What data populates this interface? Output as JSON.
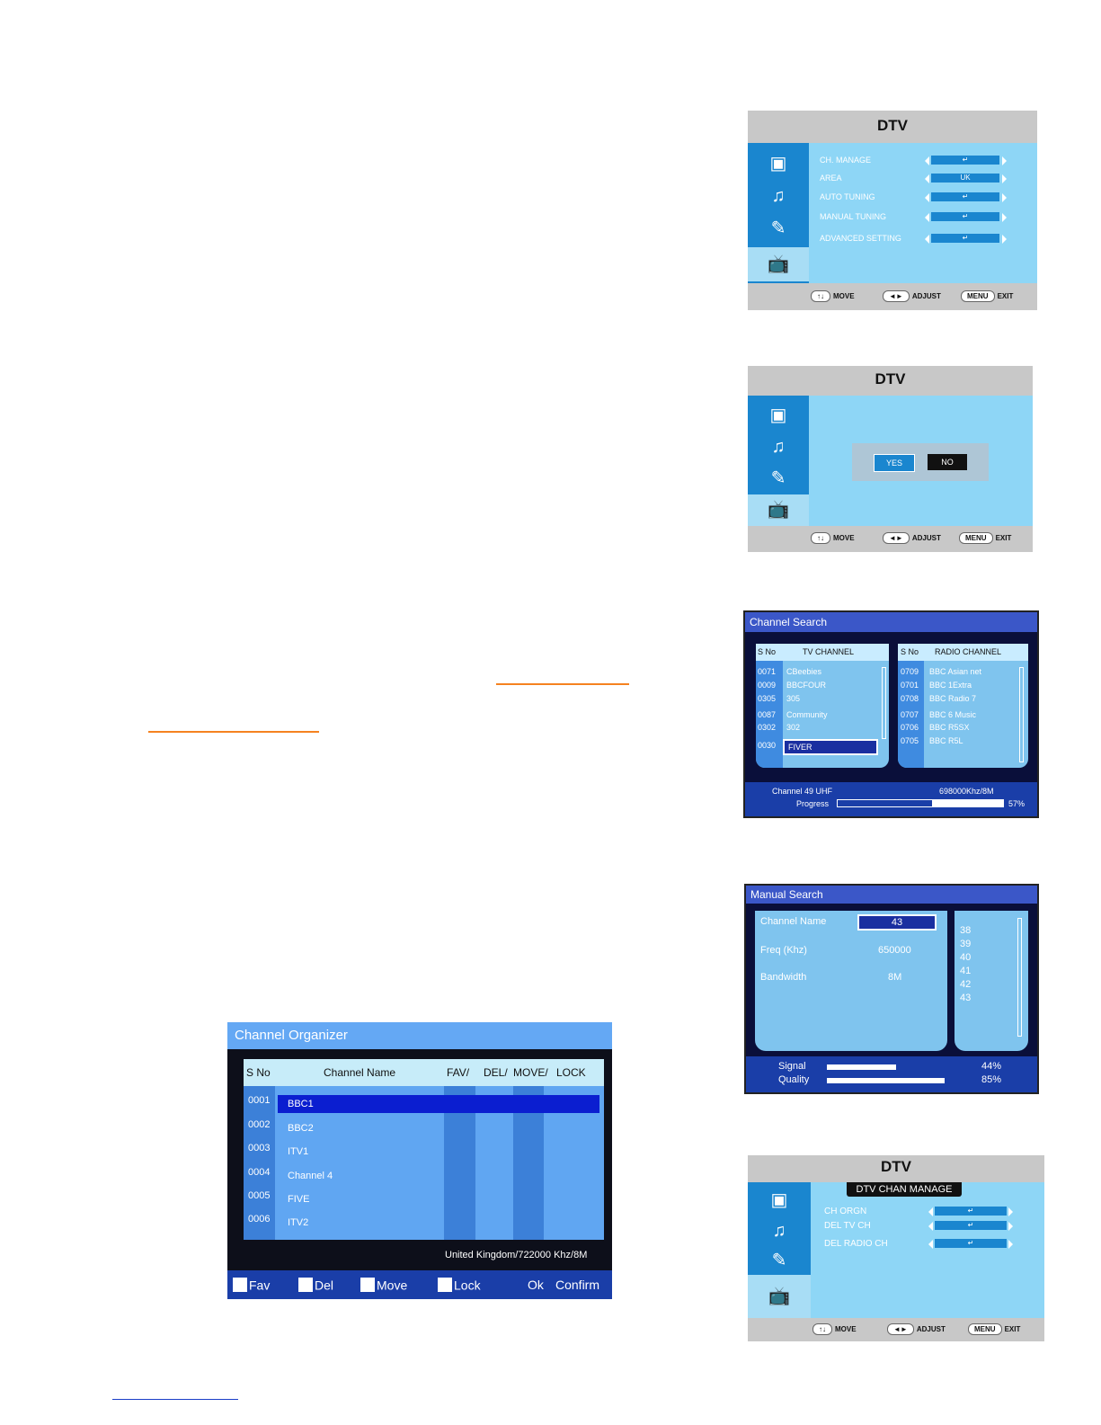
{
  "menu1": {
    "title": "DTV",
    "items": [
      {
        "label": "CH. MANAGE",
        "value": "↵"
      },
      {
        "label": "AREA",
        "value": "UK"
      },
      {
        "label": "AUTO TUNING",
        "value": "↵"
      },
      {
        "label": "MANUAL TUNING",
        "value": "↵"
      },
      {
        "label": "ADVANCED SETTING",
        "value": "↵"
      }
    ]
  },
  "menu2": {
    "title": "DTV",
    "yes": "YES",
    "no": "NO"
  },
  "footer": {
    "move_key": "↑↓",
    "move": "MOVE",
    "adjust_key": "◄►",
    "adjust": "ADJUST",
    "menu_key": "MENU",
    "exit": "EXIT"
  },
  "channel_search": {
    "title": "Channel Search",
    "tv": {
      "sno_header": "S No",
      "header": "TV CHANNEL",
      "rows": [
        {
          "no": "0071",
          "name": "CBeebies"
        },
        {
          "no": "0009",
          "name": "BBCFOUR"
        },
        {
          "no": "0305",
          "name": "305"
        },
        {
          "no": "0087",
          "name": "Community"
        },
        {
          "no": "0302",
          "name": "302"
        },
        {
          "no": "0030",
          "name": "FIVER"
        }
      ]
    },
    "radio": {
      "sno_header": "S No",
      "header": "RADIO CHANNEL",
      "rows": [
        {
          "no": "0709",
          "name": "BBC Asian net"
        },
        {
          "no": "0701",
          "name": "BBC 1Extra"
        },
        {
          "no": "0708",
          "name": "BBC Radio 7"
        },
        {
          "no": "0707",
          "name": "BBC 6 Music"
        },
        {
          "no": "0706",
          "name": "BBC R5SX"
        },
        {
          "no": "0705",
          "name": "BBC R5L"
        }
      ]
    },
    "channel": "Channel 49  UHF",
    "freq": "698000Khz/8M",
    "progress_label": "Progress",
    "progress": 57,
    "progress_text": "57%"
  },
  "manual_search": {
    "title": "Manual Search",
    "channel_name_label": "Channel Name",
    "channel_name": "43",
    "freq_label": "Freq (Khz)",
    "freq": "650000",
    "bandwidth_label": "Bandwidth",
    "bandwidth": "8M",
    "list": [
      "38",
      "39",
      "40",
      "41",
      "42",
      "43"
    ],
    "signal_label": "Signal",
    "signal": 44,
    "signal_text": "44%",
    "quality_label": "Quality",
    "quality": 85,
    "quality_text": "85%"
  },
  "organizer": {
    "title": "Channel Organizer",
    "headers": [
      "S No",
      "Channel Name",
      "FAV/",
      "DEL/",
      "MOVE/",
      "LOCK"
    ],
    "rows": [
      {
        "no": "0001",
        "name": "BBC1"
      },
      {
        "no": "0002",
        "name": "BBC2"
      },
      {
        "no": "0003",
        "name": "ITV1"
      },
      {
        "no": "0004",
        "name": "Channel 4"
      },
      {
        "no": "0005",
        "name": "FIVE"
      },
      {
        "no": "0006",
        "name": "ITV2"
      }
    ],
    "status": "United Kingdom/722000 Khz/8M",
    "buttons": [
      "Fav",
      "Del",
      "Move",
      "Lock"
    ],
    "ok": "Ok",
    "confirm": "Confirm"
  },
  "chan_manage": {
    "title": "DTV",
    "subtitle": "DTV CHAN MANAGE",
    "items": [
      {
        "label": "CH ORGN",
        "value": "↵"
      },
      {
        "label": "DEL TV CH",
        "value": "↵"
      },
      {
        "label": "DEL RADIO CH",
        "value": "↵"
      }
    ]
  }
}
